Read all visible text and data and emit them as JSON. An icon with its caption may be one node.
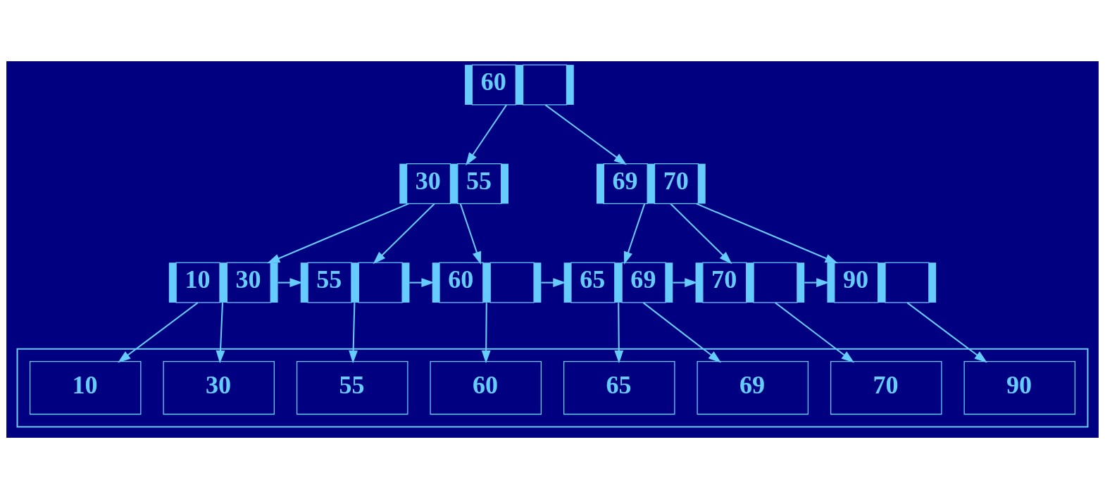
{
  "diagram": {
    "nodes": [
      {
        "text": [
          "60"
        ]
      },
      {
        "text": [
          "30",
          "55"
        ]
      },
      {
        "text": [
          "69",
          "70"
        ]
      },
      {
        "text": [
          "10",
          "30"
        ]
      },
      {
        "text": [
          "55"
        ]
      },
      {
        "text": [
          "60"
        ]
      },
      {
        "text": [
          "65",
          "69"
        ]
      },
      {
        "text": [
          "70"
        ]
      },
      {
        "text": [
          "90"
        ]
      },
      {
        "text": [],
        "shape": "box"
      },
      {
        "text": [
          "90"
        ],
        "in": 9
      },
      {
        "text": [
          "60"
        ],
        "in": 9
      },
      {
        "text": [
          "55"
        ],
        "in": 9
      },
      {
        "text": [
          "70"
        ],
        "in": 9
      },
      {
        "text": [
          "65"
        ],
        "in": 9
      },
      {
        "text": [
          "30"
        ],
        "in": 9
      },
      {
        "text": [
          "10"
        ],
        "in": 9
      },
      {
        "text": [
          "69"
        ],
        "in": 9
      }
    ],
    "edges": [
      {
        "from": 0,
        "to": 1,
        "arrow": "to"
      },
      {
        "from": 0,
        "to": 2,
        "arrow": "to"
      },
      {
        "from": 1,
        "to": 3,
        "arrow": "to"
      },
      {
        "from": 1,
        "to": 4,
        "arrow": "to"
      },
      {
        "from": 1,
        "to": 5,
        "arrow": "to"
      },
      {
        "from": 2,
        "to": 6,
        "arrow": "to"
      },
      {
        "from": 2,
        "to": 7,
        "arrow": "to"
      },
      {
        "from": 2,
        "to": 8,
        "arrow": "to"
      },
      {
        "from": 3,
        "to": 4,
        "arrow": "to"
      },
      {
        "from": 4,
        "to": 5,
        "arrow": "to"
      },
      {
        "from": 5,
        "to": 6,
        "arrow": "to"
      },
      {
        "from": 6,
        "to": 7,
        "arrow": "to"
      },
      {
        "from": 7,
        "to": 8,
        "arrow": "to"
      },
      {
        "from": 3,
        "to": 16,
        "arrow": "to"
      },
      {
        "from": 3,
        "to": 15,
        "arrow": "to"
      },
      {
        "from": 4,
        "to": 12,
        "arrow": "to"
      },
      {
        "from": 5,
        "to": 11,
        "arrow": "to"
      },
      {
        "from": 6,
        "to": 14,
        "arrow": "to"
      },
      {
        "from": 6,
        "to": 17,
        "arrow": "to"
      },
      {
        "from": 7,
        "to": 13,
        "arrow": "to"
      },
      {
        "from": 8,
        "to": 10,
        "arrow": "to"
      }
    ]
  }
}
